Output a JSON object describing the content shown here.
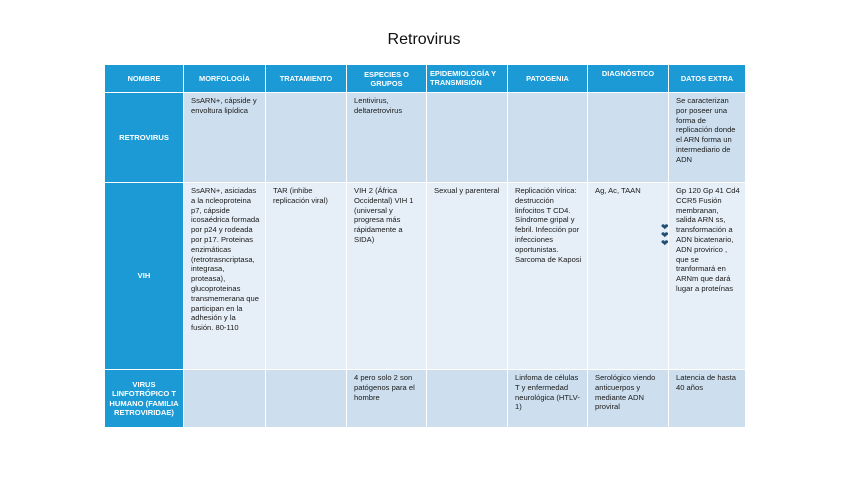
{
  "title": "Retrovirus",
  "headers": {
    "nombre": "NOMBRE",
    "morfologia": "MORFOLOGÍA",
    "tratamiento": "TRATAMIENTO",
    "especies": "ESPECIES O GRUPOS",
    "epidemiologia": "EPIDEMIOLOGÍA Y TRANSMISIÓN",
    "patogenia": "PATOGENIA",
    "diagnostico": "DIAGNÓSTICO",
    "datos_extra": "DATOS EXTRA"
  },
  "rows": [
    {
      "nombre": "RETROVIRUS",
      "morfologia": "SsARN+, cápside y envoltura lipídica",
      "tratamiento": "",
      "especies": "Lentivirus, deltaretrovirus",
      "epidemiologia": "",
      "patogenia": "",
      "diagnostico": "",
      "datos_extra": "Se caracterizan por poseer una forma de replicación donde el ARN forma un intermediario de ADN"
    },
    {
      "nombre": "VIH",
      "morfologia": "SsARN+, asiciadas a la ncleoproteina p7, cápside icosaédrica formada por p24 y rodeada por p17. Proteinas enzimáticas (retrotrasncriptasa, integrasa, proteasa), glucoproteinas transmemerana que participan en la adhesión y la fusión. 80-110",
      "tratamiento": "TAR (inhibe replicación viral)",
      "especies": "VIH 2 (África Occidental) VIH 1 (universal y progresa más rápidamente a SIDA)",
      "epidemiologia": "Sexual y parenteral",
      "patogenia": "Replicación vírica: destrucción linfocitos T CD4. Síndrome gripal y febril. Infección por infecciones oportunistas. Sarcoma de Kaposi",
      "diagnostico": "Ag, Ac, TAAN",
      "datos_extra": "Gp 120 Gp 41 Cd4 CCR5 Fusión membranan, salida ARN ss, transformación a ADN bicatenario, ADN provirico , que se tranformará en ARNm que dará lugar a proteínas"
    },
    {
      "nombre": "VIRUS LINFOTRÓPICO T HUMANO (FAMILIA RETROVIRIDAE)",
      "morfologia": "",
      "tratamiento": "",
      "especies": "4 pero solo 2 son patógenos para el hombre",
      "epidemiologia": "",
      "patogenia": "Linfoma de células T y enfermedad neurológica (HTLV-1)",
      "diagnostico": "Serológico viendo anticuerpos y mediante ADN proviral",
      "datos_extra": "Latencia de hasta 40 años"
    }
  ],
  "icons": {
    "bullet": "heart-icon"
  },
  "colors": {
    "header_bg": "#1c9ad6",
    "row_dark": "#cddfee",
    "row_light": "#e6eff7"
  }
}
